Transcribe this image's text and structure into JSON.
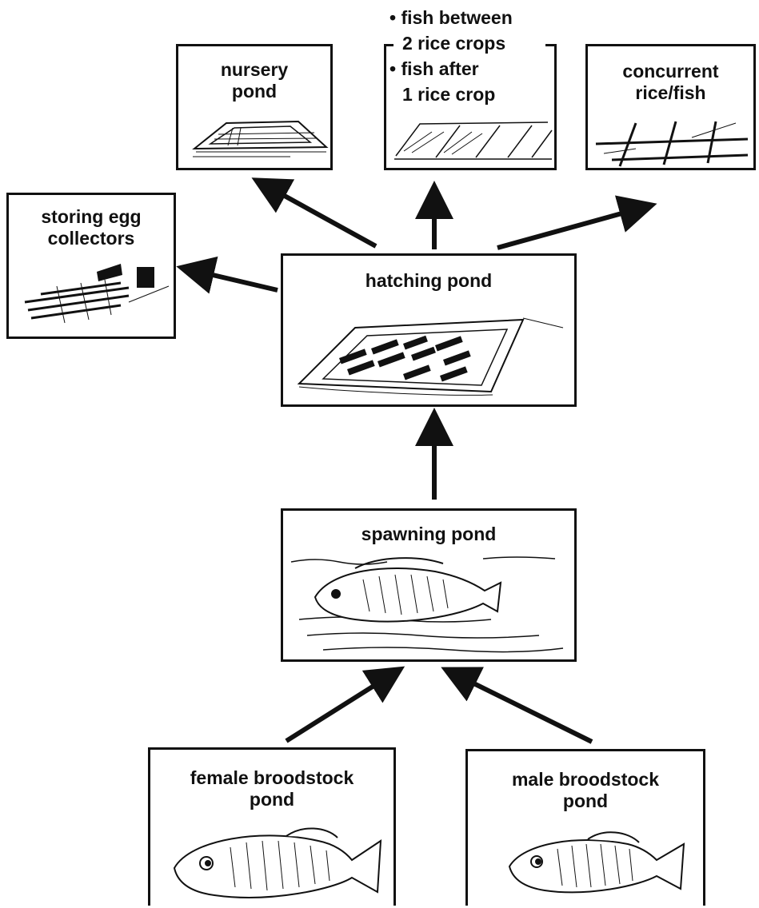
{
  "nodes": {
    "nursery": {
      "line1": "nursery",
      "line2": "pond"
    },
    "rice_fish_rotation": {
      "items": [
        {
          "bullet": "•",
          "line1": "fish between",
          "line2": "2 rice crops"
        },
        {
          "bullet": "•",
          "line1": "fish after",
          "line2": "1 rice crop"
        }
      ]
    },
    "concurrent": {
      "line1": "concurrent",
      "line2": "rice/fish"
    },
    "storing": {
      "line1": "storing egg",
      "line2": "collectors"
    },
    "hatching": {
      "line1": "hatching pond"
    },
    "spawning": {
      "line1": "spawning pond"
    },
    "female": {
      "line1": "female broodstock",
      "line2": "pond"
    },
    "male": {
      "line1": "male broodstock",
      "line2": "pond"
    }
  }
}
